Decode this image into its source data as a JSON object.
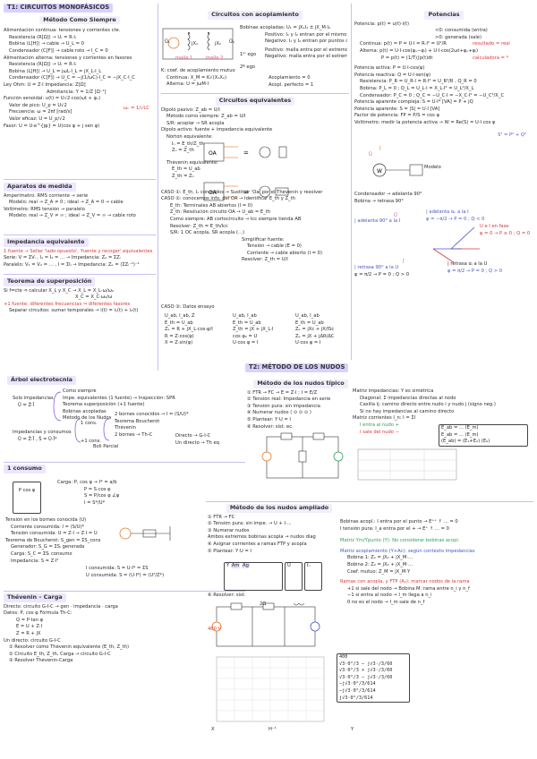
{
  "col1": {
    "title": "T1: CIRCUITOS MONOFÁSICOS",
    "metodo": {
      "heading": "Método Como Siempre",
      "lines": [
        "Alimentación continua: tensiones y corrientes cte.",
        "Resistencia (R[Ω]) → Uᵣ = R·Iᵣ",
        "Bobina (L[H]) → cable → U_L = 0",
        "Condensador (C[F]) → cable roto → I_C = 0",
        "Alimentación alterna: tensiones y corrientes en fasores",
        "Resistencia (R[Ω]) → Ūᵣ = R·Īᵣ",
        "Bobina (L[H]) → Ū_L = jωL·Ī_L = jX_L·Ī_L",
        "Condensador (C[F]) → Ū_C = −j(1/ωC)·Ī_C = −jX_C·Ī_C",
        "Ley Ohm: Ū = Z̄·Ī     Impedancia: Z̄[Ω]",
        "Admitancia: Ȳ = 1/Z̄ [Ω⁻¹]",
        "Función senoidal: u(t) = Ū√2·cos(ωt + φᵤ)",
        "Valor de pico: Ū_p = Ū√2",
        "Frecuencia: ω = 2πf [rad/s]",
        "Valor eficaz: Ū = Ū_p/√2",
        "Fasor: Ū = Ū·e^{jφ} = Ū(cos φ + j sen φ)"
      ],
      "note": "ωₙ = 1/√LC"
    },
    "aparatos": {
      "heading": "Aparatos de medida",
      "lines": [
        "Amperímetro: RMS corriente → serie",
        "Modelo: real → Z_A ≠ 0 ; ideal → Z_A = 0 → cable",
        "Voltímetro: RMS tensión → paralelo",
        "Modelo: real → Z_V ≠ ∞ ; ideal → Z_V = ∞ → cable roto"
      ]
    },
    "impedancia": {
      "heading": "Impedancia equivalente",
      "lines": [
        "1 fuente → Sellar 'lado opuesto', 'fuente y recoger' equivalentes",
        "Serie: V = ΣVᵢ , I₁ = I₂ = … → Impedancia: Z̄ₑ = ΣZ̄ᵢ",
        "Paralelo: V₁ = V₂ = … , I = ΣIᵢ → Impedancia: Z̄ₑ = (ΣZ̄ᵢ⁻¹)⁻¹"
      ]
    },
    "superposicion": {
      "heading": "Teorema de superposición",
      "lines": [
        "Si f=cte ⇒ calcular X_L y X_C → X_L = X_L·ω/ω₀",
        "X_C = X_C·ω₀/ω",
        "+1 fuente: diferentes frecuencias ⇒ diferentes fasores",
        "Separar circuitos: sumar temporales → i(t) = i₁(t) + i₂(t)"
      ]
    },
    "arbol": {
      "heading": "Árbol electrotecnia",
      "root": "Solo impedancias",
      "root2": "Ū = Z̄·Ī",
      "items": [
        "Como siempre",
        "Impe. equivalentes (1 fuente) → Inspección: SPR",
        "Teorema superposición (+1 fuente)",
        "Bobinas acopladas",
        "Método de los Nudos"
      ],
      "left": "Impedancias y consumos",
      "left2": "Ū = Z̄·Ī , S̄ = Ū·Ī*",
      "branch1": "1 cons.",
      "branch2": "+1 cons.",
      "sub": [
        "2 bornes conocidos → Ī = (S̄/Ū)*",
        "Teorema Boucherot",
        "Thévenin",
        "2 bornes → Th-C",
        "Directo → G-I-C",
        "Un directo → Th eq",
        "Boli Parcial"
      ]
    },
    "consumo": {
      "heading": "1 consumo",
      "lines": [
        "Carga: P, cos φ → Ī* = a/b",
        "P = S cos φ",
        "S̄ = P/cos φ ∠φ",
        "Ī = S̄*/Ū*"
      ],
      "block_label": "P cos φ"
    },
    "boucherot": {
      "lines": [
        "Tensión en los bornes conocida (Ū)",
        "Corriente consumida: Ī = (S̄/Ū)*",
        "Tensión consumida: Ū = Z̄·Ī → Z̄·Ī = Ū",
        "Teorema de Boucherot: S̄_gen = ΣS̄_cons",
        "Generador: S̄_G = ΣS̄ᵢ  generada",
        "Carga: S̄_C = ΣS̄ᵢ  consumo",
        "Impedancia: S̄ = Z̄·Ī²",
        "Ī consumida: S̄ = Ū·Ī* = ΣS̄",
        "Ū consumida: S̄ = (Ū·Ī*) = (Ū²/Z̄*)"
      ]
    },
    "thevenin": {
      "heading": "Thévenin – Carga",
      "lines": [
        "Directo: circuito G-I-C → gen · impedancia · carga",
        "Datos: P, cos φ     Fórmula Th-C:",
        "Q = P·tan φ",
        "Ē = Ū + Z̄·Ī",
        "Z̄ = R + jX",
        "Un directo: circuito G-I-C",
        "① Resolver como Thévenin equivalente (Ē_th, Z̄_th)",
        "② Circuito Ē_th, Z̄_th, Carga → circuito G-I-C",
        "③ Resolver Thévenin-Carga"
      ]
    }
  },
  "col2": {
    "acoplamiento": {
      "heading": "Circuitos con acoplamiento",
      "lines": [
        "Bobinas acopladas: Ū₁ = jX₁Ī₁ ± jX_M·Ī₂",
        "Positivo: Ī₁ y Ī₂ entran por el mismo punto",
        "Negativo: Ī₁ y Ī₂ entran por puntos opuestos",
        "Positivo: malla entra por el extremo +",
        "Negativo: malla entra por el extremo −",
        "K: coef. de acoplamiento mutuo",
        "Continua: X_M = K√(X₁X₂)",
        "Alterna: Ū = jωM·Ī",
        "Acoplamiento = 0",
        "Acopl. perfecto = 1"
      ],
      "labels": [
        "Ū₁",
        "jX₁",
        "jX₂",
        "Ū₂",
        "malla 1",
        "malla 2",
        "1ᵉʳ ego",
        "2º ego"
      ]
    },
    "equivalentes": {
      "heading": "Circuitos equivalentes",
      "lines": [
        "Dipolo pasivo: Z̄_ab = Ū/Ī",
        "Método como siempre: Z̄_ab = Ū/Ī",
        "S/R: acoplar → SR acopla",
        "Dipolo activo: fuente + impedancia equivalente",
        "Norton equivalente:",
        "Īₙ = Ē_th/Z̄_th",
        "Z̄ₙ = Z̄_th",
        "Thévenin equivalente:",
        "Ē_th = Ū_ab",
        "Z̄_th = Z̄ₙ",
        "CASO ①: Ē_th, Īₙ conocidos → Sustituir 'Oa' por el Thévenin y resolver",
        "CASO ②: conocemos info. del OA → Identificar Ē_th y Z̄_th",
        "Ē_th: Terminales AB abiertos (Ī = 0)",
        "Z̄_th: Resolución circuito OA → Ū_ab = Ē_th",
        "Como siempre: AB cortocircuito → Īcc siempre tienda AB",
        "Resolver: Z̄_th = Ē_th/Īcc",
        "S/R: 1 OC acopla, SR acopla (…)",
        "Simplificar fuente:",
        "Tensión → cable (Ē = 0)",
        "Corriente → cable abierto (Ī = 0)",
        "Resolver: Z̄_th = Ū/Ī"
      ],
      "caso3": {
        "heading": "CASO ③: Datos ensayo",
        "rows": [
          [
            "Ū_ab, Ī_ab, Z̄",
            "Ū_ab, Ī_ab",
            "Ū_ab, Ī_ab"
          ],
          [
            "Ē_th = Ū_ab",
            "Ē_th = Ū_ab",
            "Ē_th = Ū_ab"
          ],
          [
            "Z̄ₑ = R + jX_L·cos·φ/Ī",
            "Z̄_th = jX + jX_L·Ī",
            "Z̄ₑ = jXc + jX/ISc"
          ],
          [
            "R = Z̄·cos(φ)",
            "cos φ₂ = Ū",
            "Z̄ₑ = jX + jΔR/ΔC"
          ],
          [
            "X = Z̄·sin(φ)",
            "Ū·cos φ = Ī",
            "Ū·cos φ = Ī"
          ]
        ]
      }
    },
    "nudos": {
      "heading": "T2: MÉTODO DE LOS NUDOS",
      "sub": "Método de los nudos típico",
      "lines": [
        "① FTR → FC → Ē = Z̄·Ī ; Ī = Ē/Z̄",
        "② Tensión real: Impedancia en serie",
        "③ Tensión pura: sin impedancia",
        "④ Numerar nudos ( ⊙ ⊙ ⊙ )",
        "⑤ Plantear: Ȳ·Ū = Ī",
        "⑥ Resolver: sist. ec."
      ],
      "right": [
        "Matriz impedancias: Ȳ es simétrica",
        "Diagonal: Σ impedancias directas al nodo",
        "Casilla ij: camino directo entre nudo i y nudo j (signo neg.)",
        "Si no hay impedancias al camino directo",
        "Matriz corrientes Ī_n: Ī = ΣĪ",
        "Ī entra al nudo +",
        "Ī sale del nudo −"
      ]
    },
    "ampliado": {
      "heading": "Método de los nudos ampliado",
      "lines": [
        "① FTR → FC",
        "② Tensión pura: sin impe. → Ū + Ī·...",
        "③ Numerar nudos",
        "Ambos extremos bobinas acopla → nudos diag",
        "④ Asignar corrientes a ramas FTP y acopla",
        "⑤ Plantear: Ȳ·Ū = Ī",
        "⑥ Resolver: sist.",
        "Y",
        "Am",
        "Ag",
        "Ū",
        "Īₙ"
      ],
      "right": [
        "Bobinas acopl.: Ī entra por el punto → Ē⁺⁺ ↑ … = 0",
        "Ī tensión pura: Ī_a entra por el + → Ē⁺ ↑ … = 0",
        "Matriz Ym/Ypunto (Ȳ): No considerar bobinas acopl.",
        "Matriz acoplamiento (Ȳ+Āc): según contexto impedancias",
        "Bobina 1: Z̄₁ = jX₁ + jX_M·…",
        "Bobina 2: Z̄₂ = jX₂ + jX_M·…",
        "Coef. mutuo: Z̄_M = jX_M·Ȳ",
        "Ramas con acopla, y FTP (Ā₂): marcar nodos de la rama",
        "+1 si sale del nodo → Bobina M: rama entre n_i y n_f",
        "−1 si entra al nodo → Ī_m llega a n_i",
        "0 no es el nodo → Ī_m sale de n_f"
      ],
      "bottom_labels": [
        "X",
        "H⁻¹",
        "Y",
        "Ī_a",
        "400 V",
        "2Ω"
      ]
    }
  },
  "col3": {
    "potencias": {
      "heading": "Potencias",
      "lines": [
        "Potencia: p(t) = u(t)·i(t)",
        "<0: consumida (entra)",
        ">0: generada (sale)",
        "Continua: p(t) = P = U·I = R·I² = U²/R",
        "Alterna: p(t) = U·I·cos(φᵤ−φᵢ) + U·I·cos(2ωt+φᵤ+φᵢ)",
        "P = p(t) = (1/T)∫p(t)dt",
        "Potencia activa: P = U·I·cos(φ)",
        "Potencia reactiva: Q = U·I·sen(φ)",
        "Resistencia: P_R = U_R·I = R·I² = U_R²/R , Q_R = 0",
        "Bobina: P_L = 0 ; Q_L = U_L·I = X_L·I² = U_L²/X_L",
        "Condensador: P_C = 0 ; Q_C = −U_C·I = −X_C·I² = −U_C²/X_C",
        "Potencia aparente compleja: S̄ = Ū·Ī* [VA] = P + jQ",
        "Potencia aparente: S = |S̄| = U·I [VA]",
        "Factor de potencia: FP = P/S = cos φ",
        "Voltímetro: medir la potencia activa → W = Re(S̄) = Ū·Ī·cos φ"
      ],
      "result_labels": [
        "resultado = real",
        "calculadora = *"
      ],
      "triangle": "S² = P² + Q²",
      "model_label": "Modelo",
      "phasor_lines": [
        "Condensador → adelanta 90°",
        "Bobina → retrasa 90°",
        "| adelanta αᵤ a la Ī",
        "φ = −π/2 → P = 0 ; Q < 0",
        "| adelanta 90° a la Ī",
        "Ū e Ī en fase",
        "φ = 0 → P ≥ 0 ; Q = 0",
        "| retrasa 90° a la Ū",
        "φ = π/2 → P = 0 ; Q > 0",
        "| retrasa αᵢ a la Ū",
        "φ = π/2 → P = 0 ; Q > 0"
      ],
      "phasor_tags": [
        "Ū",
        "Ī",
        "Ū",
        "Ī"
      ]
    },
    "nudos_side": {
      "lines": [
        "Ē_ab = ... (Ē_m)",
        "Ē_ab = ... (Ē_m)",
        "(Ē_ab) = (Ē₁+Ē₂) (Ē₀)"
      ]
    },
    "matrix": {
      "rows": [
        "400",
        "√3·0°/3 − j√3·/3/60",
        "√3·0°/3 + j√3·/3/60",
        "√3·0°/3 − j√3·/3/60",
        "−j√3·0°/3/614",
        "−j√3·0°/3/614",
        "j√3·0°/3/614"
      ]
    }
  },
  "colors": {
    "accent": "#d9d0ff",
    "highlight": "#e4dcff",
    "red": "#d23a3a",
    "pink": "#e04f8a",
    "orange": "#e07a2a",
    "green": "#2f9d57",
    "blue": "#4456c8"
  }
}
